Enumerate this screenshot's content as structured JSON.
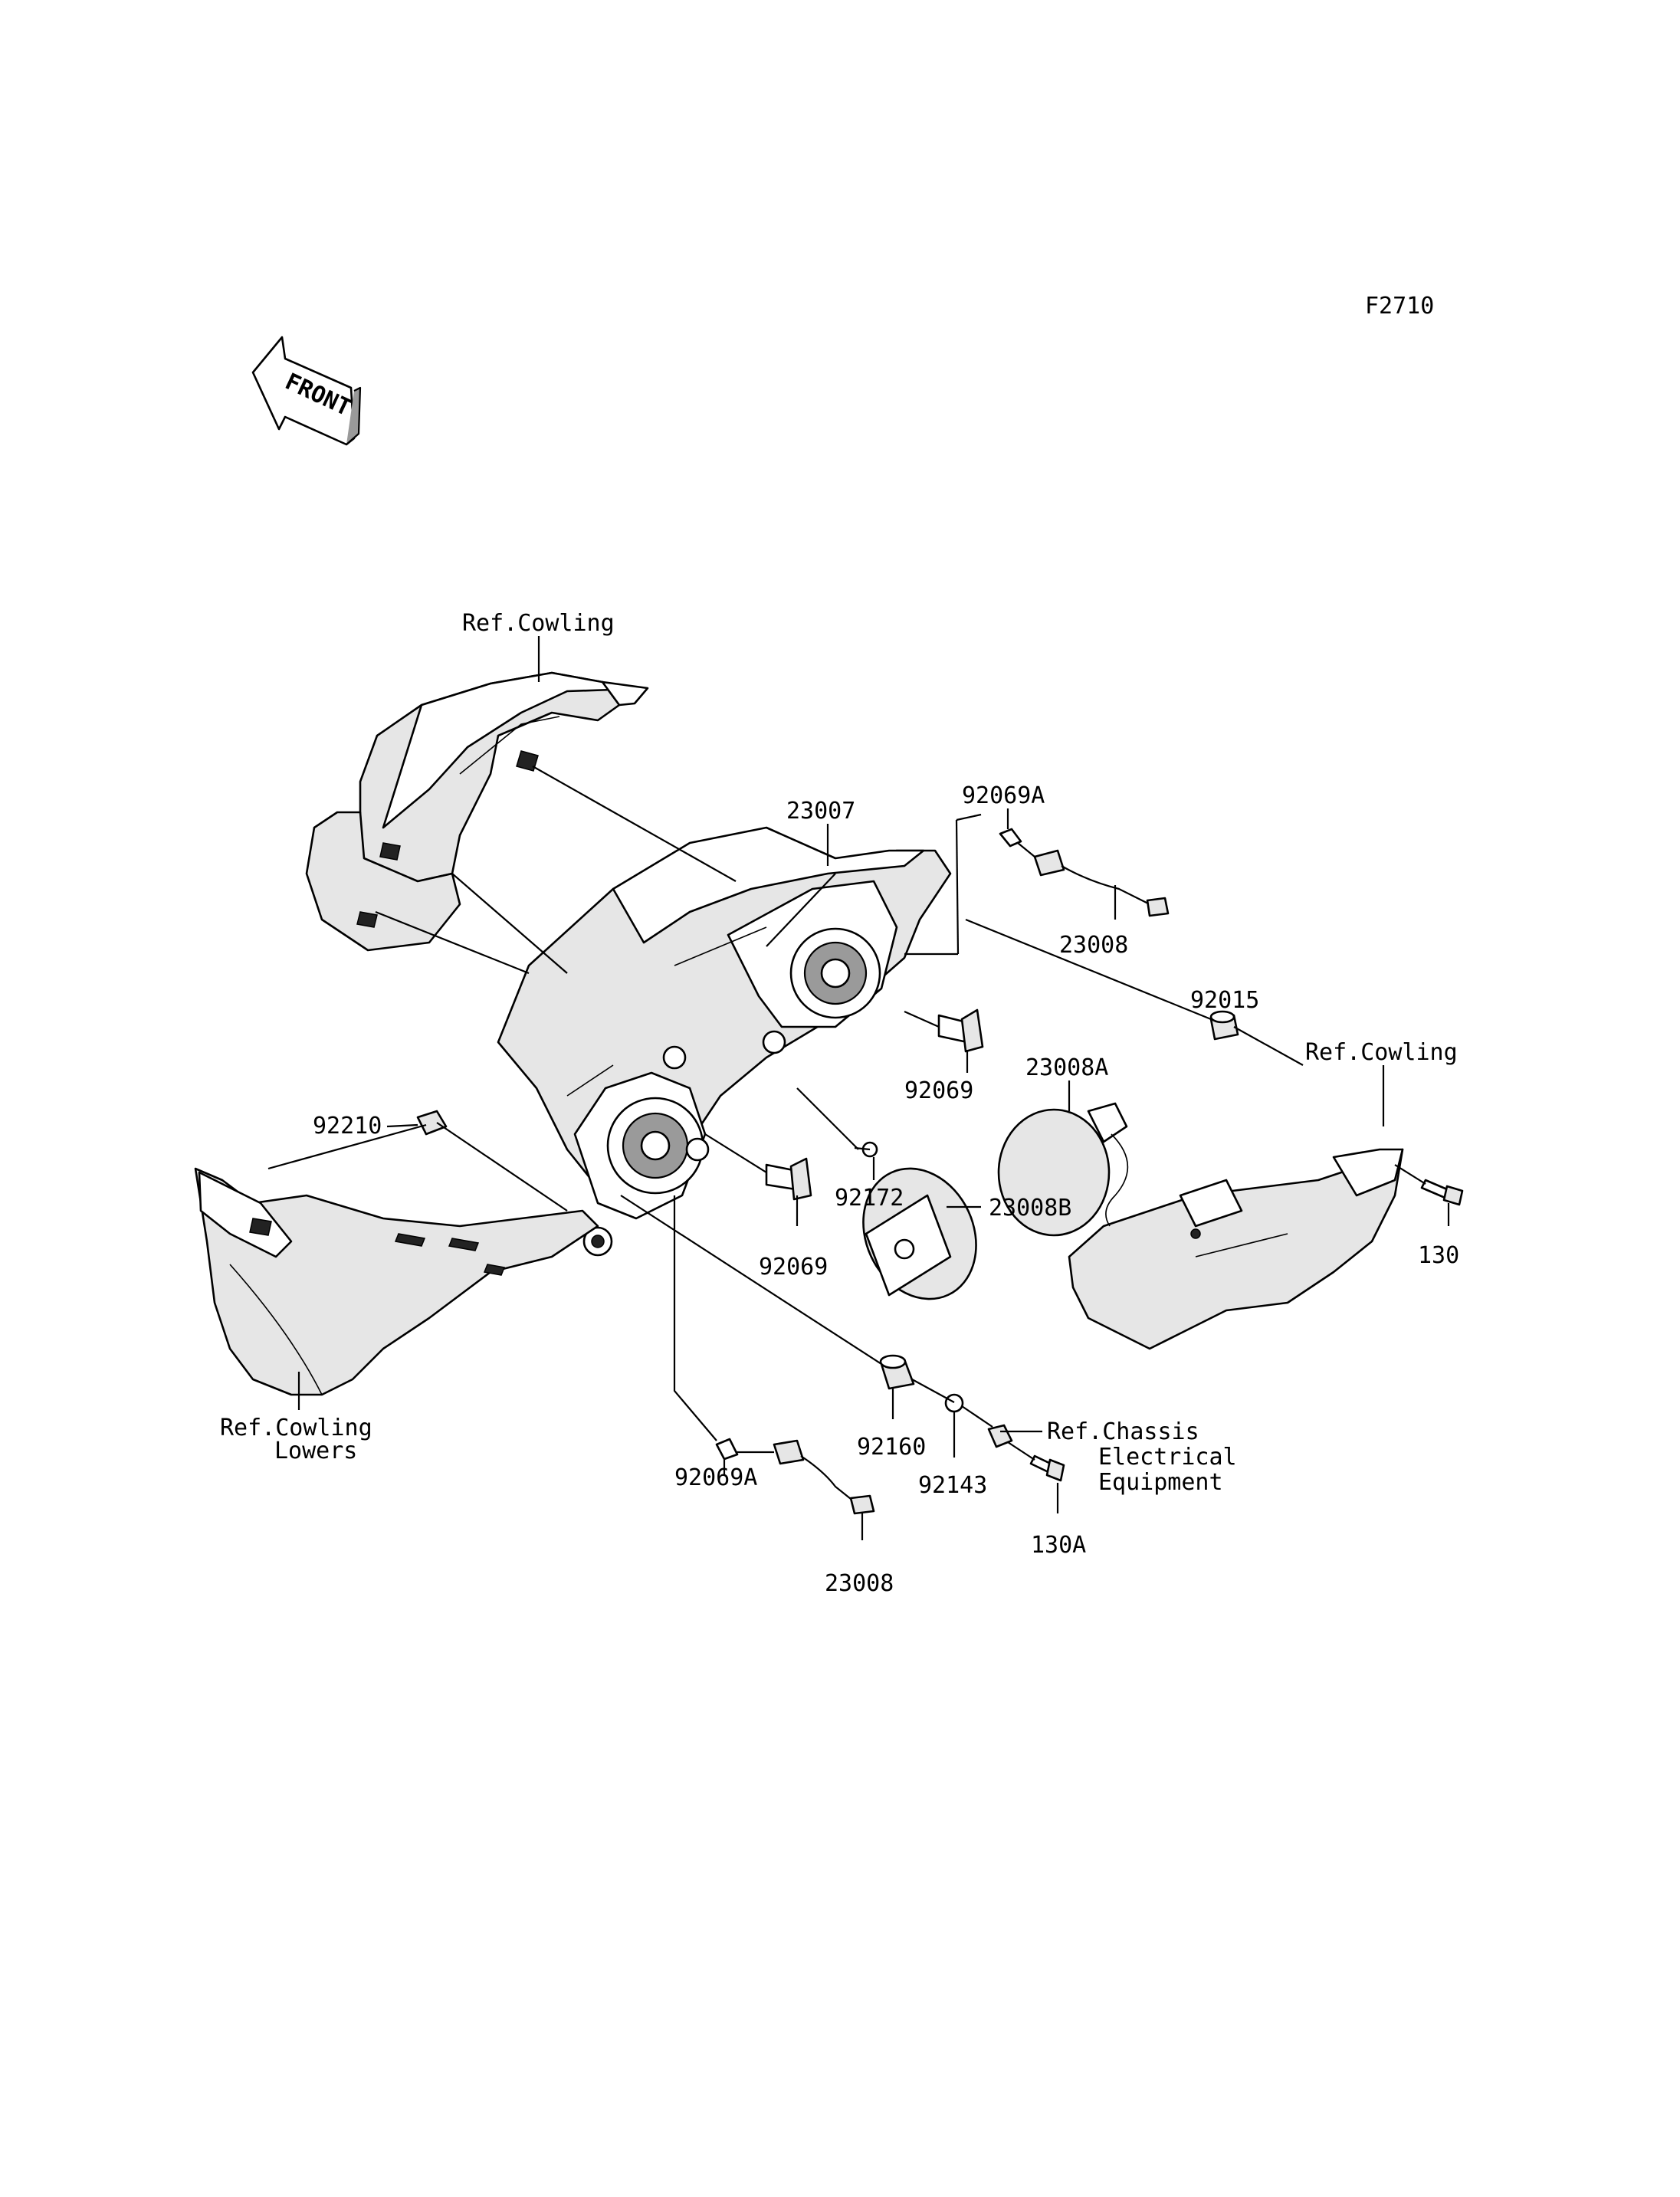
{
  "figure_code": "F2710",
  "front_badge": "FRONT",
  "labels": {
    "ref_cowling_top": "Ref.Cowling",
    "ref_cowling_right": "Ref.Cowling",
    "ref_cowling_lowers_1": "Ref.Cowling",
    "ref_cowling_lowers_2": "Lowers",
    "ref_chassis_1": "Ref.Chassis",
    "ref_chassis_2": "Electrical",
    "ref_chassis_3": "Equipment",
    "p23007": "23007",
    "p92069A_top": "92069A",
    "p23008_top": "23008",
    "p92015": "92015",
    "p23008A": "23008A",
    "p92069_upper": "92069",
    "p92172": "92172",
    "p92210": "92210",
    "p23008B": "23008B",
    "p92069_lower": "92069",
    "p130": "130",
    "p92160": "92160",
    "p92143": "92143",
    "p130A": "130A",
    "p92069A_bottom": "92069A",
    "p23008_bottom": "23008"
  }
}
